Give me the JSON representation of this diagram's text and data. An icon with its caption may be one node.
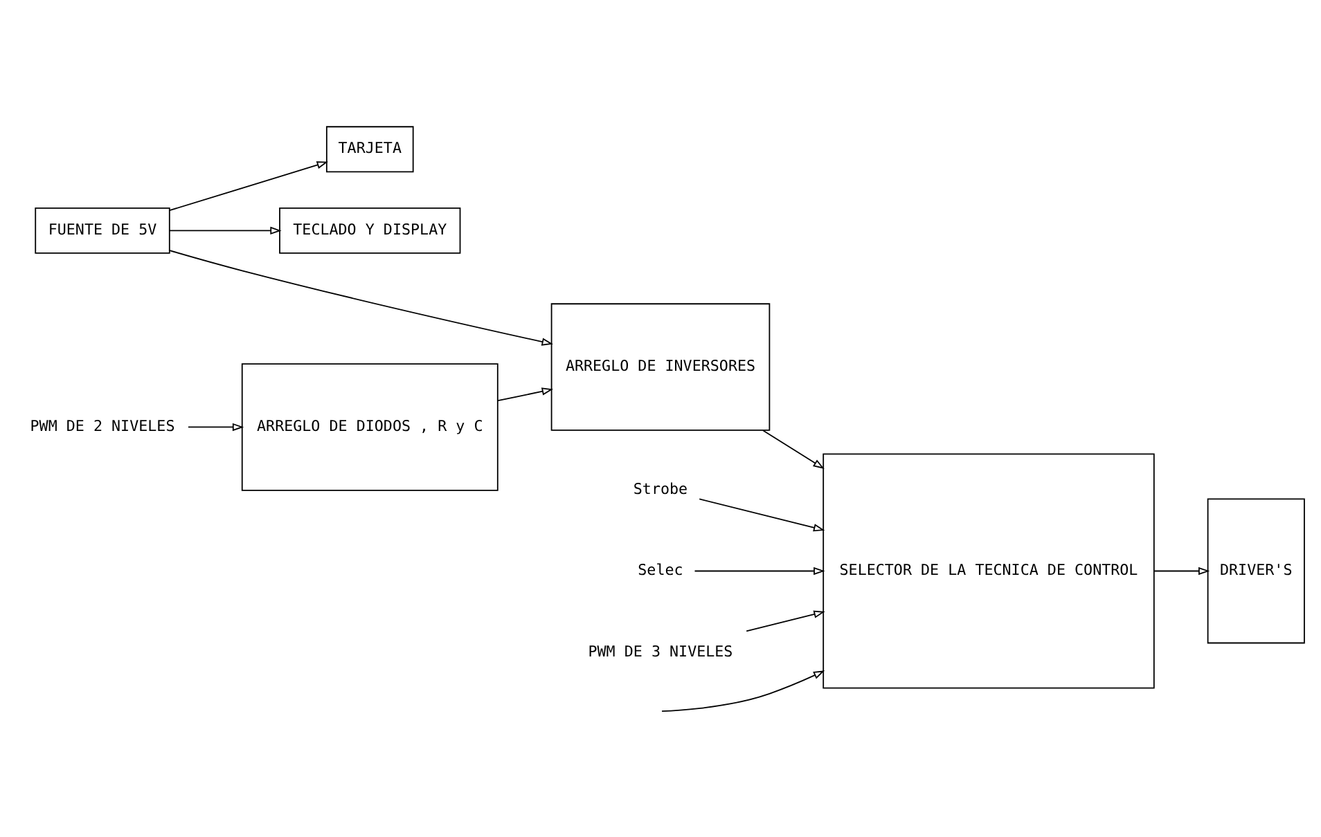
{
  "diagram": {
    "nodes": [
      {
        "text": [
          "TARJETA"
        ]
      },
      {
        "text": [
          "FUENTE DE 5V"
        ]
      },
      {
        "text": [
          "TECLADO Y DISPLAY"
        ]
      },
      {
        "text": [
          "PWM DE 2 NIVELES"
        ]
      },
      {
        "text": [
          "ARREGLO DE DIODOS , R y C"
        ]
      },
      {
        "text": [
          "ARREGLO DE INVERSORES"
        ]
      },
      {
        "text": [
          "Strobe"
        ]
      },
      {
        "text": [
          "Selec"
        ]
      },
      {
        "text": [
          "SELECTOR DE LA TECNICA DE CONTROL"
        ]
      },
      {
        "text": [
          "DRIVER'S"
        ]
      },
      {
        "text": [
          "PWM DE 3 NIVELES"
        ]
      }
    ],
    "edges": [
      {
        "from": 1,
        "to": 0,
        "arrow": "to"
      },
      {
        "from": 1,
        "to": 2,
        "arrow": "to"
      },
      {
        "from": 1,
        "to": 5,
        "arrow": "to"
      },
      {
        "from": null,
        "to": 8,
        "arrow": "to"
      },
      {
        "from": 6,
        "to": 8,
        "arrow": "to"
      },
      {
        "from": 7,
        "to": 8,
        "arrow": "to"
      },
      {
        "from": 3,
        "to": 4,
        "arrow": "to"
      },
      {
        "from": 4,
        "to": 5,
        "arrow": "to"
      },
      {
        "from": 5,
        "to": 8,
        "arrow": "to"
      },
      {
        "from": 10,
        "to": 8,
        "arrow": "to"
      },
      {
        "from": 8,
        "to": 9,
        "arrow": "to"
      }
    ]
  }
}
